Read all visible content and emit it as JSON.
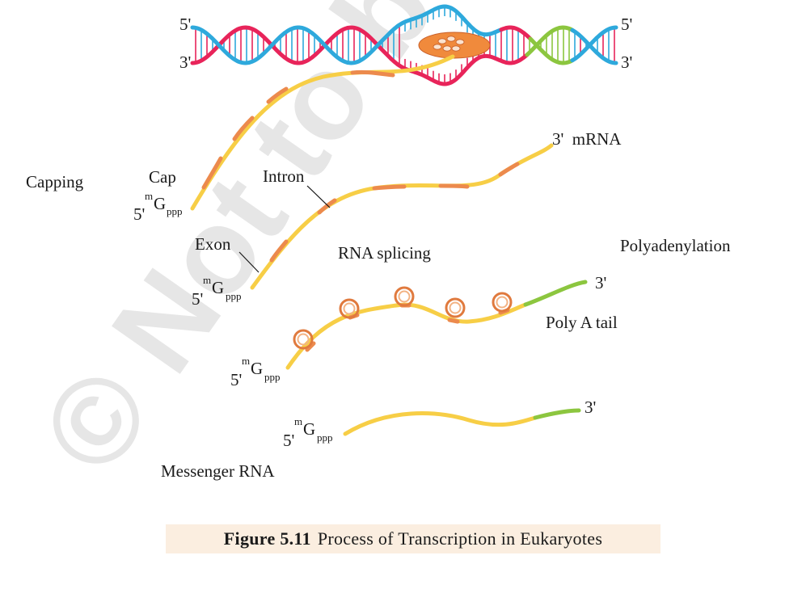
{
  "watermark": {
    "text": "© Not to be republished"
  },
  "dna": {
    "left_top": "5'",
    "left_bottom": "3'",
    "right_top": "5'",
    "right_bottom": "3'"
  },
  "labels": {
    "capping": "Capping",
    "cap": "Cap",
    "intron": "Intron",
    "exon": "Exon",
    "rna_splicing": "RNA splicing",
    "polyadenylation": "Polyadenylation",
    "poly_a_tail": "Poly A tail",
    "messenger_rna": "Messenger RNA",
    "mrna_end": "3'  mRNA"
  },
  "strand_ends": {
    "five_prime": "5'",
    "three_prime": "3'",
    "cap_m": "m",
    "cap_g": "G",
    "cap_ppp": "ppp"
  },
  "caption": {
    "number": "Figure 5.11",
    "text": "Process of Transcription in Eukaryotes"
  },
  "colors": {
    "dna_blue": "#2ea9dc",
    "dna_red": "#e8245a",
    "dna_green": "#8cc63f",
    "exon_yellow": "#f7ce46",
    "intron_orange": "#ec8a4d",
    "polyA_green": "#8cc63f",
    "polymerase": "#f08a3c",
    "caption_bg": "#fbeee0"
  }
}
